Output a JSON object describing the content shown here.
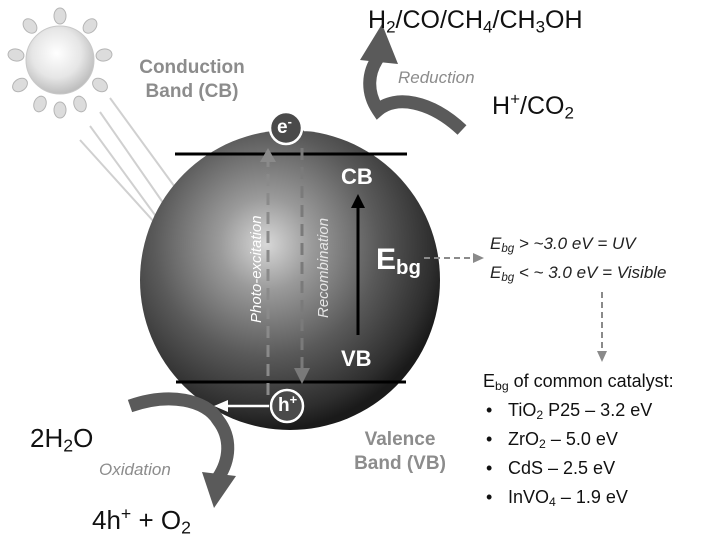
{
  "products_top": {
    "pre": "H",
    "s1": "2",
    "mid1": "/CO/CH",
    "s2": "4",
    "mid2": "/CH",
    "s3": "3",
    "post": "OH"
  },
  "reactants_top": {
    "pre": "H",
    "sup": "+",
    "mid": "/CO",
    "sub": "2"
  },
  "reduction_label": "Reduction",
  "conduction_band_label": [
    "Conduction",
    "Band (CB)"
  ],
  "valence_band_label": [
    "Valence",
    "Band (VB)"
  ],
  "electron_symbol": "e",
  "electron_charge": "-",
  "hole_symbol": "h",
  "hole_charge": "+",
  "photo_excitation_label": "Photo-excitation",
  "recombination_label": "Recombination",
  "cb_label": "CB",
  "vb_label": "VB",
  "ebg_label": {
    "main": "E",
    "sub": "bg"
  },
  "ebg_rules": [
    {
      "e": "E",
      "sub": "bg",
      "rest": " > ~3.0 eV = UV"
    },
    {
      "e": "E",
      "sub": "bg",
      "rest": " < ~ 3.0 eV = Visible"
    }
  ],
  "catalyst_title": {
    "e": "E",
    "sub": "bg",
    "rest": " of common catalyst:"
  },
  "catalysts": [
    {
      "pre": "TiO",
      "sub": "2",
      "post": " P25 – 3.2 eV"
    },
    {
      "pre": "ZrO",
      "sub": "2",
      "post": " – 5.0 eV"
    },
    {
      "pre": "CdS",
      "sub": "",
      "post": " – 2.5 eV"
    },
    {
      "pre": "InVO",
      "sub": "4",
      "post": " – 1.9 eV"
    }
  ],
  "bullet": "•",
  "reactants_bottom": {
    "pre": "2H",
    "sub": "2",
    "post": "O"
  },
  "oxidation_label": "Oxidation",
  "products_bottom": {
    "pre": "4h",
    "sup": "+",
    "mid": " + O",
    "sub": "2"
  }
}
